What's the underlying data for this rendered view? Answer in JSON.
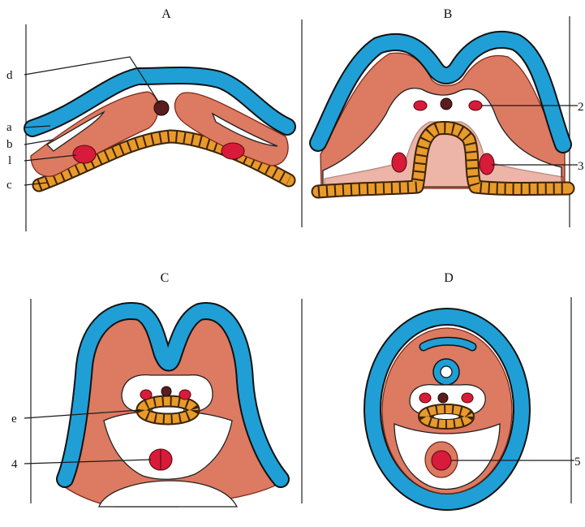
{
  "panels": [
    {
      "title": "A",
      "labels": [
        "d",
        "a",
        "b",
        "l",
        "c"
      ]
    },
    {
      "title": "B",
      "labels": [
        "2",
        "3"
      ]
    },
    {
      "title": "C",
      "labels": [
        "e",
        "4"
      ]
    },
    {
      "title": "D",
      "labels": [
        "5"
      ]
    }
  ],
  "colors": {
    "ectoderm": "#1f9fd6",
    "mesoderm": "#dd7a62",
    "endoderm": "#e89a2a",
    "vessel": "#d81b3a",
    "notochord": "#5a1e1e"
  }
}
